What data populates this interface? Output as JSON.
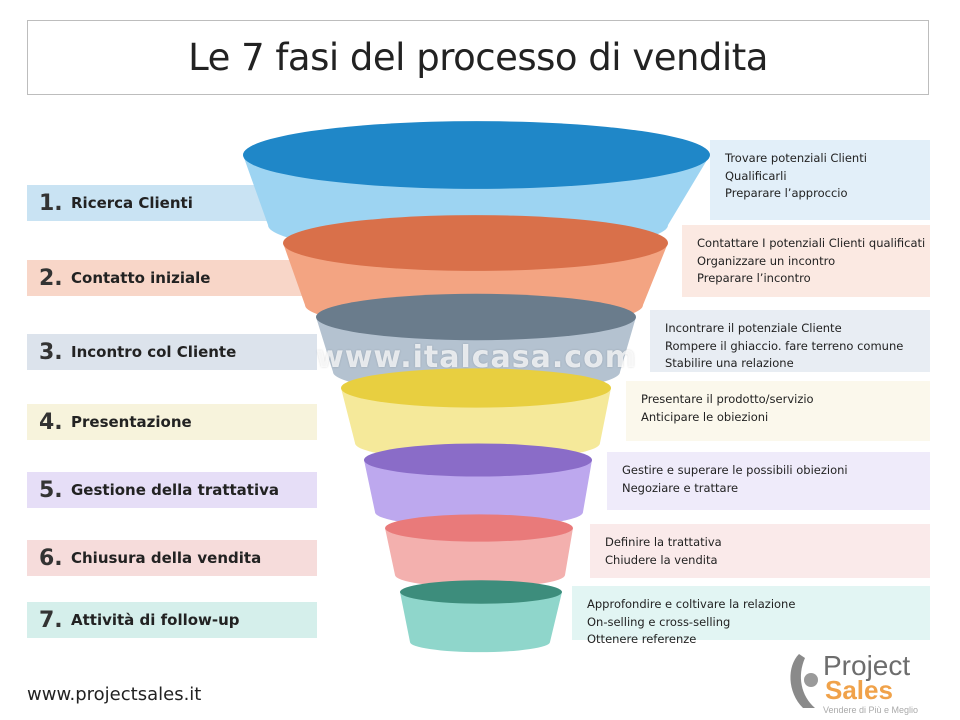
{
  "title": "Le 7 fasi del processo di vendita",
  "watermark": "www.italcasa.com",
  "footer_url": "www.projectsales.it",
  "logo": {
    "line1": "Project",
    "line2": "Sales",
    "tagline": "Vendere di Più e Meglio"
  },
  "stages": [
    {
      "num": "1.",
      "label": "Ricerca Clienti",
      "details": [
        "Trovare potenziali Clienti",
        "Qualificarli",
        "Preparare l’approccio"
      ],
      "top_color": "#1f87c8",
      "body_color": "#9dd4f2",
      "bar_color": "#c9e3f3",
      "box_color": "#e2eff9"
    },
    {
      "num": "2.",
      "label": "Contatto iniziale",
      "details": [
        "Contattare I potenziali Clienti qualificati",
        "Organizzare un incontro",
        "Preparare l’incontro"
      ],
      "top_color": "#d9704a",
      "body_color": "#f3a482",
      "bar_color": "#f8d6c8",
      "box_color": "#fbe9e2"
    },
    {
      "num": "3.",
      "label": "Incontro col Cliente",
      "details": [
        "Incontrare il potenziale Cliente",
        "Rompere il ghiaccio. fare terreno comune",
        "Stabilire una relazione"
      ],
      "top_color": "#6a7c8c",
      "body_color": "#b4c2d0",
      "bar_color": "#dce3ec",
      "box_color": "#e8edf3"
    },
    {
      "num": "4.",
      "label": "Presentazione",
      "details": [
        "Presentare il prodotto/servizio",
        "Anticipare le obiezioni"
      ],
      "top_color": "#e8cf40",
      "body_color": "#f5e99a",
      "bar_color": "#f7f3dc",
      "box_color": "#fbf8ec"
    },
    {
      "num": "5.",
      "label": "Gestione della trattativa",
      "details": [
        "Gestire e superare le possibili obiezioni",
        "Negoziare e trattare"
      ],
      "top_color": "#8a6cc8",
      "body_color": "#bda8ee",
      "bar_color": "#e6def7",
      "box_color": "#efebfa"
    },
    {
      "num": "6.",
      "label": "Chiusura della vendita",
      "details": [
        "Definire la trattativa",
        "Chiudere la vendita"
      ],
      "top_color": "#e97a7a",
      "body_color": "#f3b0ae",
      "bar_color": "#f6dcdb",
      "box_color": "#faeaea"
    },
    {
      "num": "7.",
      "label": "Attività di follow-up",
      "details": [
        "Approfondire e coltivare la relazione",
        "On-selling e cross-selling",
        "Ottenere referenze"
      ],
      "top_color": "#3d8d7c",
      "body_color": "#8fd6cb",
      "bar_color": "#d5efeb",
      "box_color": "#e2f5f3"
    }
  ]
}
